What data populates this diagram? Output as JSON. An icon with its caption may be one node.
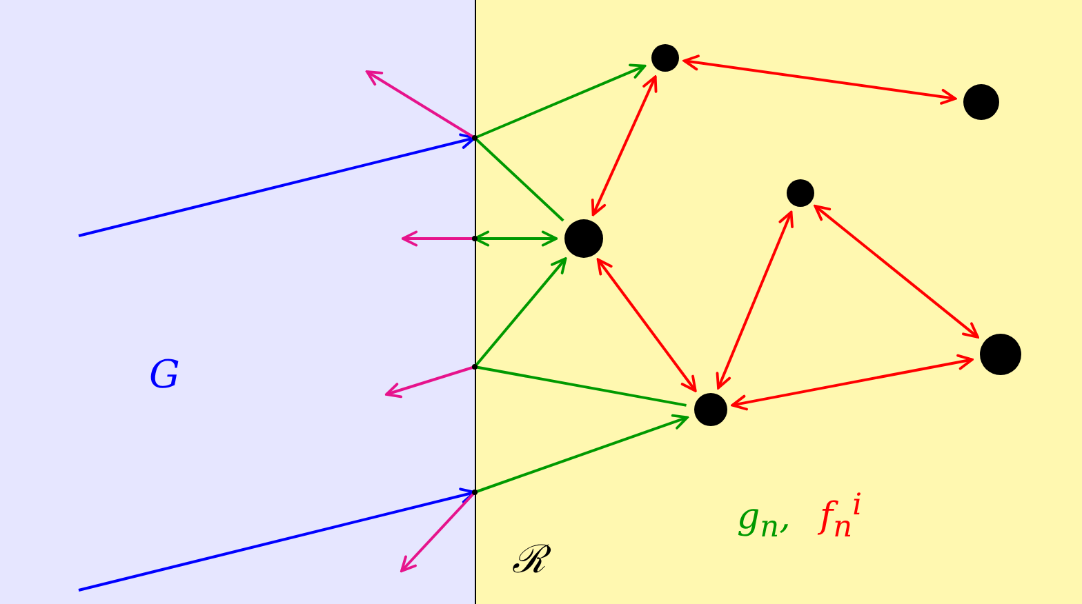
{
  "diagram": {
    "nodes": [
      {
        "text": [
          "G"
        ]
      },
      {
        "text": [
          "ℛ"
        ]
      },
      {
        "text": [],
        "shape": "point"
      },
      {
        "text": [],
        "shape": "point"
      },
      {
        "text": [],
        "shape": "point"
      },
      {
        "text": [],
        "shape": "point"
      },
      {
        "text": [],
        "shape": "circle",
        "in": 1
      },
      {
        "text": [],
        "shape": "circle",
        "in": 1
      },
      {
        "text": [],
        "shape": "circle",
        "in": 1
      },
      {
        "text": [],
        "shape": "circle",
        "in": 1
      },
      {
        "text": [],
        "shape": "circle",
        "in": 1
      },
      {
        "text": [],
        "shape": "circle",
        "in": 1
      }
    ],
    "edges": [
      {
        "from": 0,
        "to": 2,
        "arrow": "to",
        "color": "#0000ff"
      },
      {
        "from": 0,
        "to": 5,
        "arrow": "to",
        "color": "#0000ff"
      },
      {
        "from": 2,
        "to": 0,
        "arrow": "to",
        "color": "#e6138c"
      },
      {
        "from": 3,
        "to": 0,
        "arrow": "to",
        "color": "#e6138c"
      },
      {
        "from": 4,
        "to": 0,
        "arrow": "to",
        "color": "#e6138c"
      },
      {
        "from": 5,
        "to": 0,
        "arrow": "to",
        "color": "#e6138c"
      },
      {
        "from": 2,
        "to": 6,
        "arrow": "to",
        "color": "#009900"
      },
      {
        "from": 2,
        "to": 9,
        "arrow": "none",
        "color": "#009900"
      },
      {
        "from": 3,
        "to": 9,
        "arrow": "both",
        "color": "#009900"
      },
      {
        "from": 4,
        "to": 9,
        "arrow": "to",
        "color": "#009900"
      },
      {
        "from": 4,
        "to": 11,
        "arrow": "none",
        "color": "#009900"
      },
      {
        "from": 5,
        "to": 11,
        "arrow": "to",
        "color": "#009900"
      },
      {
        "from": 6,
        "to": 7,
        "arrow": "both",
        "color": "#ff0000"
      },
      {
        "from": 6,
        "to": 9,
        "arrow": "both",
        "color": "#ff0000"
      },
      {
        "from": 9,
        "to": 11,
        "arrow": "both",
        "color": "#ff0000"
      },
      {
        "from": 11,
        "to": 8,
        "arrow": "both",
        "color": "#ff0000"
      },
      {
        "from": 8,
        "to": 10,
        "arrow": "both",
        "color": "#ff0000"
      },
      {
        "from": 11,
        "to": 10,
        "arrow": "both",
        "color": "#ff0000"
      }
    ],
    "labels": [
      "g$_{n}$,",
      "f$_{n}$$^{i}$"
    ]
  }
}
